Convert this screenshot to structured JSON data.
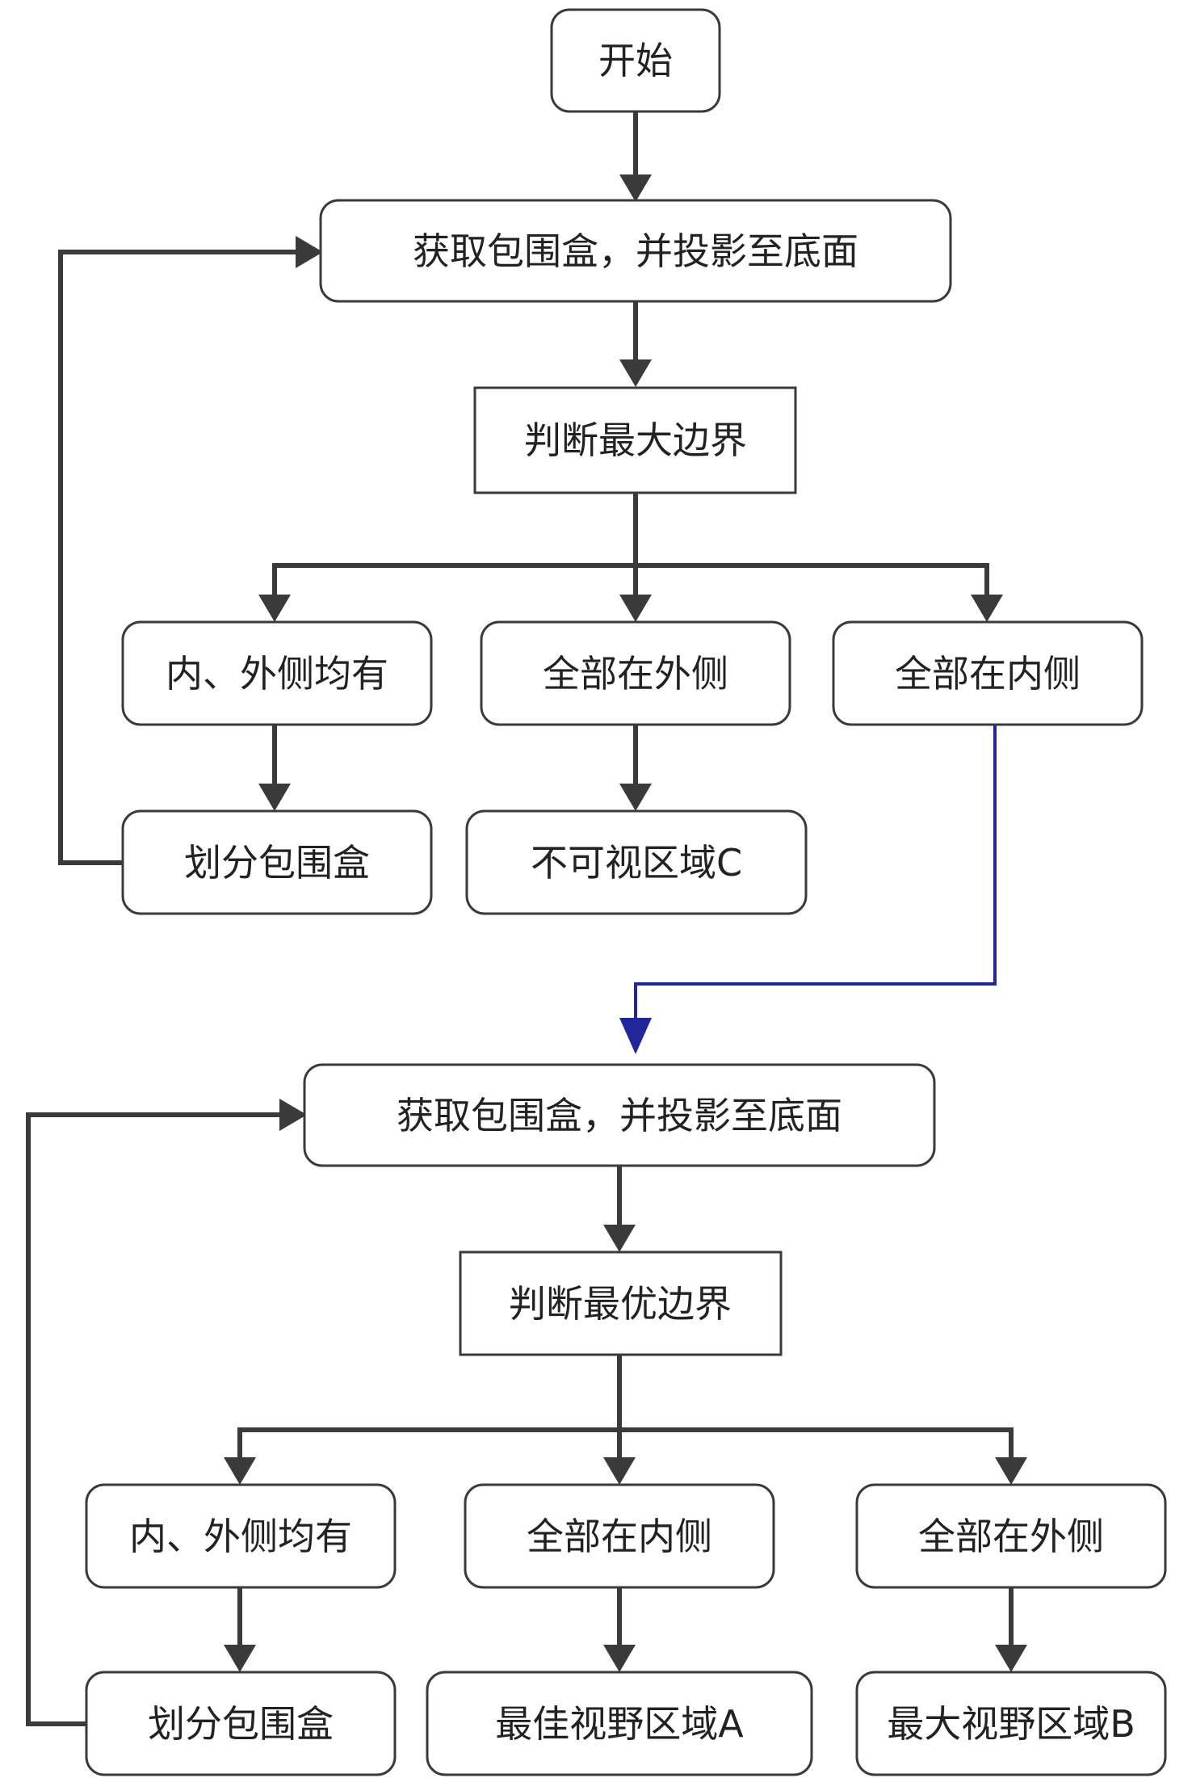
{
  "nodes": {
    "start": "开始",
    "stage1_get_bbox": "获取包围盒，并投影至底面",
    "stage1_judge": "判断最大边界",
    "stage1_both": "内、外侧均有",
    "stage1_all_outside": "全部在外侧",
    "stage1_all_inside": "全部在内侧",
    "stage1_split": "划分包围盒",
    "stage1_invisible": "不可视区域C",
    "stage2_get_bbox": "获取包围盒，并投影至底面",
    "stage2_judge": "判断最优边界",
    "stage2_both": "内、外侧均有",
    "stage2_all_inside": "全部在内侧",
    "stage2_all_outside": "全部在外侧",
    "stage2_split": "划分包围盒",
    "stage2_best_view": "最佳视野区域A",
    "stage2_max_view": "最大视野区域B"
  },
  "colors": {
    "line": "#3a3a3a",
    "link_blue": "#22269a"
  }
}
